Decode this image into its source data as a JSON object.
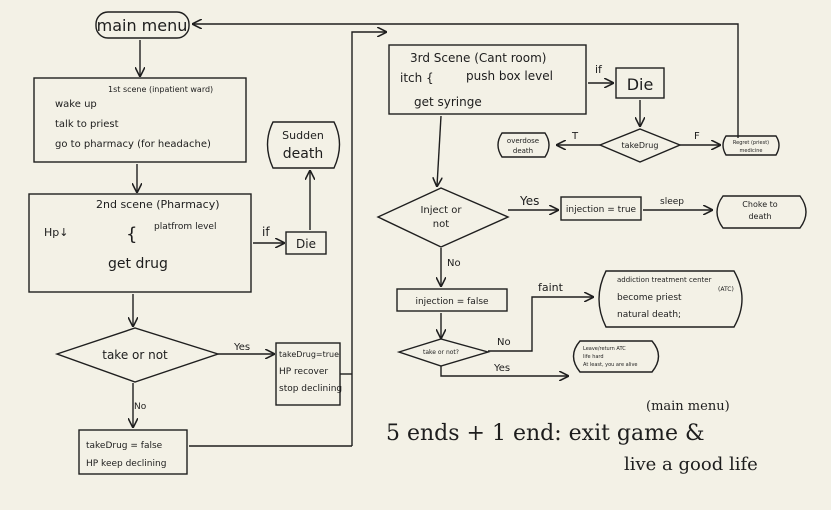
{
  "diagram": {
    "main_menu": "main menu",
    "scene1": {
      "title": "1st scene (inpatient ward)",
      "lines": [
        "wake up",
        "talk to priest",
        "go to pharmacy (for headache)"
      ]
    },
    "sudden_death": [
      "Sudden",
      "death"
    ],
    "scene2": {
      "title": "2nd scene (Pharmacy)",
      "hp": "Hp↓",
      "brace": "{",
      "platform": "platfrom level",
      "get": "get drug"
    },
    "if1": "if",
    "die1": "Die",
    "take_or_not1": "take or not",
    "yes1": "Yes",
    "take_true": [
      "takeDrug=true",
      "HP recover",
      "stop declining"
    ],
    "no1": "No",
    "take_false": [
      "takeDrug = false",
      "HP keep declining"
    ],
    "scene3": {
      "title": "3rd Scene (Cant room)",
      "itch": "itch {",
      "push": "push box level",
      "get": "get syringe"
    },
    "if2": "if",
    "die2": "Die",
    "take_drug_q": "takeDrug",
    "t_label": "T",
    "f_label": "F",
    "overdose": [
      "overdose",
      "death"
    ],
    "regret": [
      "Regret (priest)",
      "medicine"
    ],
    "inject_q": [
      "Inject or",
      "not"
    ],
    "yes2": "Yes",
    "inj_true": "injection = true",
    "sleep": "sleep",
    "choke": [
      "Choke to",
      "death"
    ],
    "no2": "No",
    "inj_false": "injection = false",
    "faint": "faint",
    "addiction": [
      "addiction treatment center",
      "(ATC)",
      "become priest",
      "natural death;"
    ],
    "take_q2": "take or not?",
    "no3": "No",
    "yes3": "Yes",
    "leave": [
      "Leave/return ATC",
      "life hard",
      "At least, you are alive"
    ],
    "ends_note": "5 ends + 1 end: exit game &",
    "main_menu_note": "(main menu)",
    "live_note": "live a good life"
  }
}
